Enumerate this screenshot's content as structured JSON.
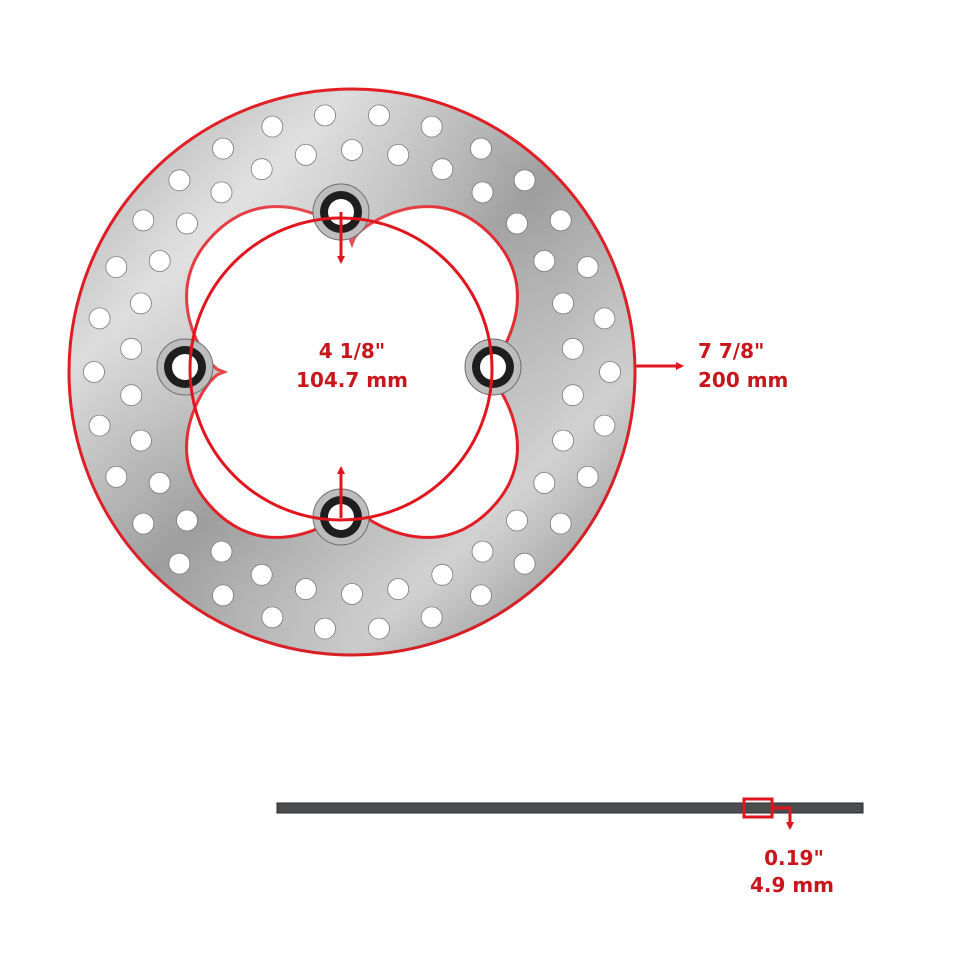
{
  "colors": {
    "accent_red": "#e0151e",
    "label_red": "#c8161d",
    "metal_light": "#d9d9d9",
    "metal_dark": "#8c8c8c",
    "rotor_edge": "#e01b22",
    "background": "#ffffff"
  },
  "dimensions": {
    "bolt_circle": {
      "imperial": "4 1/8\"",
      "metric": "104.7 mm"
    },
    "outer_diameter": {
      "imperial": "7 7/8\"",
      "metric": "200 mm"
    },
    "thickness": {
      "imperial": "0.19\"",
      "metric": "4.9 mm"
    }
  },
  "rotor": {
    "bolt_hole_count": 4,
    "vent_hole_count": 60
  }
}
